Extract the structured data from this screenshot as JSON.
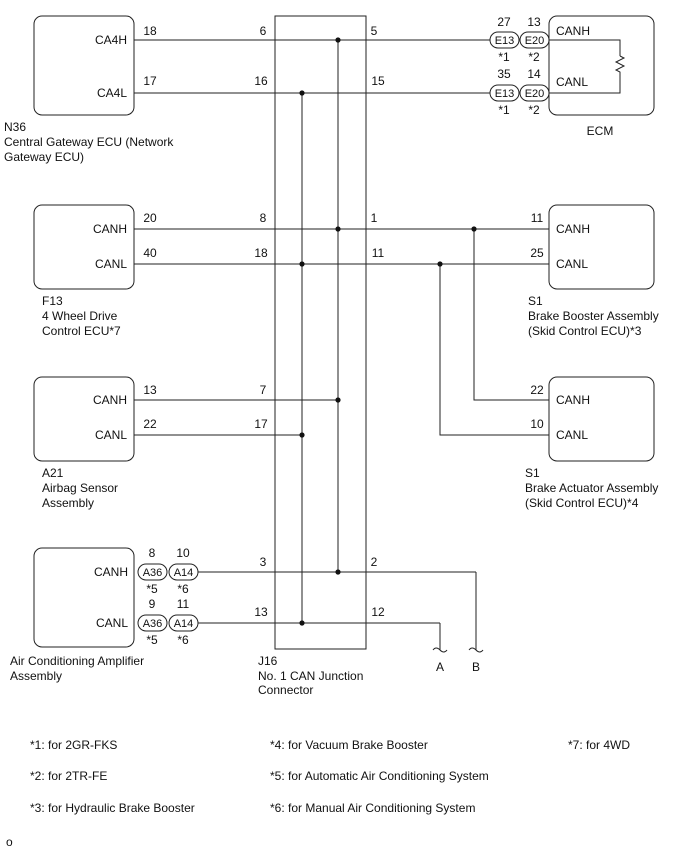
{
  "ecus": {
    "gateway": {
      "code": "N36",
      "name1": "Central Gateway ECU (Network",
      "name2": "Gateway ECU)",
      "pin_h": "CA4H",
      "pin_l": "CA4L",
      "num_h": "18",
      "num_l": "17"
    },
    "ecm": {
      "name": "ECM",
      "pin_h": "CANH",
      "pin_l": "CANL",
      "num_h1": "27",
      "num_h2": "13",
      "num_l1": "35",
      "num_l2": "14",
      "conn1": "E13",
      "conn2": "E20",
      "note1": "*1",
      "note2": "*2"
    },
    "fwd": {
      "code": "F13",
      "name1": "4 Wheel Drive",
      "name2": "Control ECU*7",
      "pin_h": "CANH",
      "pin_l": "CANL",
      "num_h": "20",
      "num_l": "40"
    },
    "booster": {
      "code": "S1",
      "name1": "Brake Booster Assembly",
      "name2": "(Skid Control ECU)*3",
      "pin_h": "CANH",
      "pin_l": "CANL",
      "num_h": "11",
      "num_l": "25"
    },
    "airbag": {
      "code": "A21",
      "name1": "Airbag Sensor",
      "name2": "Assembly",
      "pin_h": "CANH",
      "pin_l": "CANL",
      "num_h": "13",
      "num_l": "22"
    },
    "actuator": {
      "code": "S1",
      "name1": "Brake Actuator Assembly",
      "name2": "(Skid Control ECU)*4",
      "pin_h": "CANH",
      "pin_l": "CANL",
      "num_h": "22",
      "num_l": "10"
    },
    "aircon": {
      "name1": "Air Conditioning Amplifier",
      "name2": "Assembly",
      "pin_h": "CANH",
      "pin_l": "CANL",
      "num_h1": "8",
      "num_h2": "10",
      "num_l1": "9",
      "num_l2": "11",
      "conn1": "A36",
      "conn2": "A14",
      "note1": "*5",
      "note2": "*6"
    }
  },
  "junction": {
    "code": "J16",
    "name1": "No. 1 CAN Junction",
    "name2": "Connector",
    "pins": {
      "p6": "6",
      "p16": "16",
      "p5": "5",
      "p15": "15",
      "p8": "8",
      "p18": "18",
      "p1": "1",
      "p11": "11",
      "p7": "7",
      "p17": "17",
      "p3": "3",
      "p13": "13",
      "p2": "2",
      "p12": "12"
    }
  },
  "ends": {
    "a": "A",
    "b": "B"
  },
  "notes": [
    "*1: for 2GR-FKS",
    "*2: for 2TR-FE",
    "*3: for Hydraulic Brake Booster",
    "*4: for Vacuum Brake Booster",
    "*5: for Automatic Air Conditioning System",
    "*6: for Manual Air Conditioning System",
    "*7: for 4WD"
  ],
  "figure_id": "o"
}
